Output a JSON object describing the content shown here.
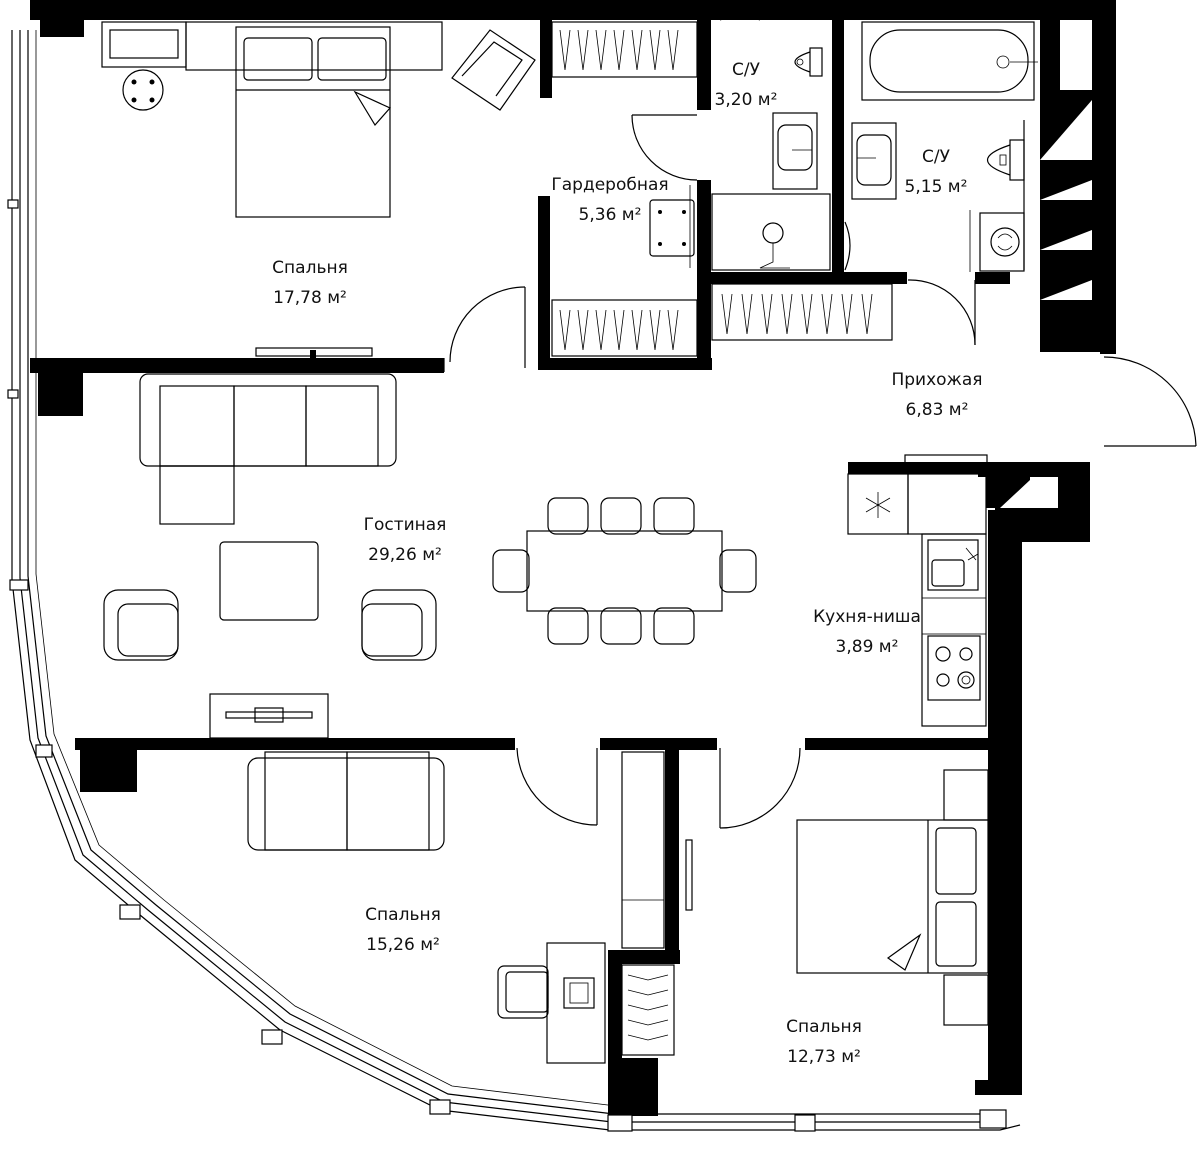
{
  "rooms": {
    "bedroom_top": {
      "name": "Спальня",
      "area": "17,78 м²"
    },
    "wardrobe": {
      "name": "Гардеробная",
      "area": "5,36 м²"
    },
    "bath_small": {
      "name": "С/У",
      "area": "3,20 м²"
    },
    "bath_large": {
      "name": "С/У",
      "area": "5,15 м²"
    },
    "hallway": {
      "name": "Прихожая",
      "area": "6,83 м²"
    },
    "living": {
      "name": "Гостиная",
      "area": "29,26 м²"
    },
    "kitchen": {
      "name": "Кухня-ниша",
      "area": "3,89 м²"
    },
    "bedroom_bottom_left": {
      "name": "Спальня",
      "area": "15,26 м²"
    },
    "bedroom_bottom_right": {
      "name": "Спальня",
      "area": "12,73 м²"
    }
  },
  "colors": {
    "wall": "#000000",
    "line": "#000000",
    "background": "#ffffff"
  },
  "icons": [
    "fan-icon",
    "sink-icon",
    "toilet-icon",
    "bathtub-icon",
    "stove-icon",
    "washing-machine-icon"
  ]
}
